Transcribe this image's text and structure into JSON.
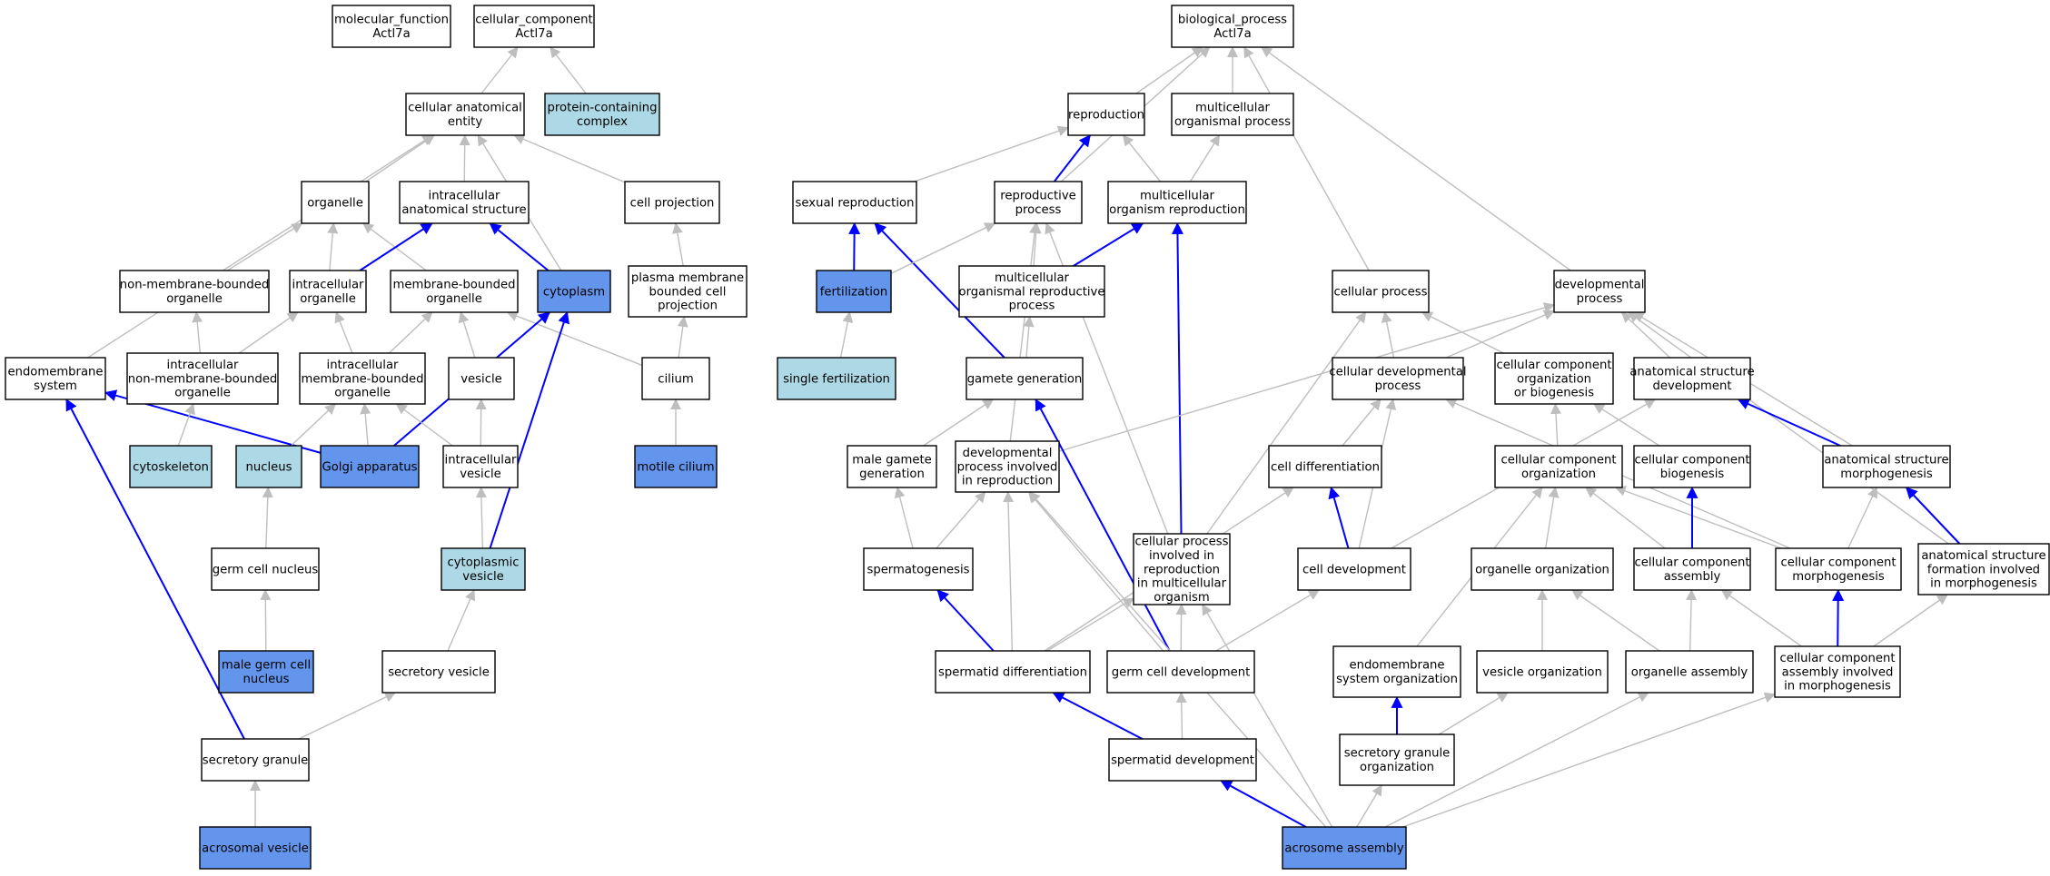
{
  "colors": {
    "highlight": "#6495ED",
    "light": "#ADD8E6",
    "plain": "#FFFFFF",
    "blue_edge": "#0000FF",
    "grey_edge": "#BEBEBE"
  },
  "nodes": [
    {
      "id": "mf",
      "lines": [
        "molecular_function",
        "Actl7a"
      ],
      "style": "plain"
    },
    {
      "id": "cc",
      "lines": [
        "cellular_component",
        "Actl7a"
      ],
      "style": "plain"
    },
    {
      "id": "bp",
      "lines": [
        "biological_process",
        "Actl7a"
      ],
      "style": "plain"
    },
    {
      "id": "cae",
      "lines": [
        "cellular anatomical",
        "entity"
      ],
      "style": "plain"
    },
    {
      "id": "pcc",
      "lines": [
        "protein-containing",
        "complex"
      ],
      "style": "light"
    },
    {
      "id": "organelle",
      "lines": [
        "organelle"
      ],
      "style": "plain"
    },
    {
      "id": "ias",
      "lines": [
        "intracellular",
        "anatomical structure"
      ],
      "style": "plain"
    },
    {
      "id": "cellproj",
      "lines": [
        "cell projection"
      ],
      "style": "plain"
    },
    {
      "id": "nmbo",
      "lines": [
        "non-membrane-bounded",
        "organelle"
      ],
      "style": "plain"
    },
    {
      "id": "intorg",
      "lines": [
        "intracellular",
        "organelle"
      ],
      "style": "plain"
    },
    {
      "id": "mbo",
      "lines": [
        "membrane-bounded",
        "organelle"
      ],
      "style": "plain"
    },
    {
      "id": "cytoplasm",
      "lines": [
        "cytoplasm"
      ],
      "style": "highlight"
    },
    {
      "id": "pmbcp",
      "lines": [
        "plasma membrane",
        "bounded cell",
        "projection"
      ],
      "style": "plain"
    },
    {
      "id": "endosys",
      "lines": [
        "endomembrane",
        "system"
      ],
      "style": "plain"
    },
    {
      "id": "inmbo",
      "lines": [
        "intracellular",
        "non-membrane-bounded",
        "organelle"
      ],
      "style": "plain"
    },
    {
      "id": "imbo",
      "lines": [
        "intracellular",
        "membrane-bounded",
        "organelle"
      ],
      "style": "plain"
    },
    {
      "id": "vesicle",
      "lines": [
        "vesicle"
      ],
      "style": "plain"
    },
    {
      "id": "cilium",
      "lines": [
        "cilium"
      ],
      "style": "plain"
    },
    {
      "id": "cytoskeleton",
      "lines": [
        "cytoskeleton"
      ],
      "style": "light"
    },
    {
      "id": "nucleus",
      "lines": [
        "nucleus"
      ],
      "style": "light"
    },
    {
      "id": "golgi",
      "lines": [
        "Golgi apparatus"
      ],
      "style": "highlight"
    },
    {
      "id": "intves",
      "lines": [
        "intracellular",
        "vesicle"
      ],
      "style": "plain"
    },
    {
      "id": "motcil",
      "lines": [
        "motile cilium"
      ],
      "style": "highlight"
    },
    {
      "id": "gcn",
      "lines": [
        "germ cell nucleus"
      ],
      "style": "plain"
    },
    {
      "id": "cytves",
      "lines": [
        "cytoplasmic",
        "vesicle"
      ],
      "style": "light"
    },
    {
      "id": "mgcn",
      "lines": [
        "male germ cell",
        "nucleus"
      ],
      "style": "highlight"
    },
    {
      "id": "secves",
      "lines": [
        "secretory vesicle"
      ],
      "style": "plain"
    },
    {
      "id": "secgran",
      "lines": [
        "secretory granule"
      ],
      "style": "plain"
    },
    {
      "id": "acrves",
      "lines": [
        "acrosomal vesicle"
      ],
      "style": "highlight"
    },
    {
      "id": "repro",
      "lines": [
        "reproduction"
      ],
      "style": "plain"
    },
    {
      "id": "mop",
      "lines": [
        "multicellular",
        "organismal process"
      ],
      "style": "plain"
    },
    {
      "id": "sexrep",
      "lines": [
        "sexual reproduction"
      ],
      "style": "plain"
    },
    {
      "id": "repproc",
      "lines": [
        "reproductive",
        "process"
      ],
      "style": "plain"
    },
    {
      "id": "mor",
      "lines": [
        "multicellular",
        "organism reproduction"
      ],
      "style": "plain"
    },
    {
      "id": "fert",
      "lines": [
        "fertilization"
      ],
      "style": "highlight"
    },
    {
      "id": "morp",
      "lines": [
        "multicellular",
        "organismal reproductive",
        "process"
      ],
      "style": "plain"
    },
    {
      "id": "cellproc",
      "lines": [
        "cellular process"
      ],
      "style": "plain"
    },
    {
      "id": "devproc",
      "lines": [
        "developmental",
        "process"
      ],
      "style": "plain"
    },
    {
      "id": "singfert",
      "lines": [
        "single fertilization"
      ],
      "style": "light"
    },
    {
      "id": "gamgen",
      "lines": [
        "gamete generation"
      ],
      "style": "plain"
    },
    {
      "id": "celldevproc",
      "lines": [
        "cellular developmental",
        "process"
      ],
      "style": "plain"
    },
    {
      "id": "ccob",
      "lines": [
        "cellular component",
        "organization",
        "or biogenesis"
      ],
      "style": "plain"
    },
    {
      "id": "asdev",
      "lines": [
        "anatomical structure",
        "development"
      ],
      "style": "plain"
    },
    {
      "id": "mgg",
      "lines": [
        "male gamete",
        "generation"
      ],
      "style": "plain"
    },
    {
      "id": "dpir",
      "lines": [
        "developmental",
        "process involved",
        "in reproduction"
      ],
      "style": "plain"
    },
    {
      "id": "celldiff",
      "lines": [
        "cell differentiation"
      ],
      "style": "plain"
    },
    {
      "id": "ccorg",
      "lines": [
        "cellular component",
        "organization"
      ],
      "style": "plain"
    },
    {
      "id": "ccbio",
      "lines": [
        "cellular component",
        "biogenesis"
      ],
      "style": "plain"
    },
    {
      "id": "asmorph",
      "lines": [
        "anatomical structure",
        "morphogenesis"
      ],
      "style": "plain"
    },
    {
      "id": "spermgen",
      "lines": [
        "spermatogenesis"
      ],
      "style": "plain"
    },
    {
      "id": "cpir",
      "lines": [
        "cellular process",
        "involved in",
        "reproduction",
        "in multicellular",
        "organism"
      ],
      "style": "plain"
    },
    {
      "id": "celldev",
      "lines": [
        "cell development"
      ],
      "style": "plain"
    },
    {
      "id": "orgorg",
      "lines": [
        "organelle organization"
      ],
      "style": "plain"
    },
    {
      "id": "ccassem",
      "lines": [
        "cellular component",
        "assembly"
      ],
      "style": "plain"
    },
    {
      "id": "ccmorph",
      "lines": [
        "cellular component",
        "morphogenesis"
      ],
      "style": "plain"
    },
    {
      "id": "asfim",
      "lines": [
        "anatomical structure",
        "formation involved",
        "in morphogenesis"
      ],
      "style": "plain"
    },
    {
      "id": "spdiff",
      "lines": [
        "spermatid differentiation"
      ],
      "style": "plain"
    },
    {
      "id": "gcdev",
      "lines": [
        "germ cell development"
      ],
      "style": "plain"
    },
    {
      "id": "esorg",
      "lines": [
        "endomembrane",
        "system organization"
      ],
      "style": "plain"
    },
    {
      "id": "vesorg",
      "lines": [
        "vesicle organization"
      ],
      "style": "plain"
    },
    {
      "id": "orgassem",
      "lines": [
        "organelle assembly"
      ],
      "style": "plain"
    },
    {
      "id": "ccaim",
      "lines": [
        "cellular component",
        "assembly involved",
        "in morphogenesis"
      ],
      "style": "plain"
    },
    {
      "id": "spdev",
      "lines": [
        "spermatid development"
      ],
      "style": "plain"
    },
    {
      "id": "sgorg",
      "lines": [
        "secretory granule",
        "organization"
      ],
      "style": "plain"
    },
    {
      "id": "acrassem",
      "lines": [
        "acrosome assembly"
      ],
      "style": "highlight"
    }
  ],
  "edges": [
    {
      "from": "cae",
      "to": "cc",
      "kind": "grey"
    },
    {
      "from": "pcc",
      "to": "cc",
      "kind": "grey"
    },
    {
      "from": "organelle",
      "to": "cae",
      "kind": "grey"
    },
    {
      "from": "ias",
      "to": "cae",
      "kind": "grey"
    },
    {
      "from": "cellproj",
      "to": "cae",
      "kind": "grey"
    },
    {
      "from": "cytoplasm",
      "to": "cae",
      "kind": "grey"
    },
    {
      "from": "endosys",
      "to": "cae",
      "kind": "grey"
    },
    {
      "from": "nmbo",
      "to": "organelle",
      "kind": "grey"
    },
    {
      "from": "intorg",
      "to": "organelle",
      "kind": "grey"
    },
    {
      "from": "mbo",
      "to": "organelle",
      "kind": "grey"
    },
    {
      "from": "intorg",
      "to": "ias",
      "kind": "blue"
    },
    {
      "from": "cytoplasm",
      "to": "ias",
      "kind": "blue"
    },
    {
      "from": "pmbcp",
      "to": "cellproj",
      "kind": "grey"
    },
    {
      "from": "inmbo",
      "to": "nmbo",
      "kind": "grey"
    },
    {
      "from": "inmbo",
      "to": "intorg",
      "kind": "grey"
    },
    {
      "from": "imbo",
      "to": "intorg",
      "kind": "grey"
    },
    {
      "from": "imbo",
      "to": "mbo",
      "kind": "grey"
    },
    {
      "from": "vesicle",
      "to": "mbo",
      "kind": "grey"
    },
    {
      "from": "cilium",
      "to": "mbo",
      "kind": "grey"
    },
    {
      "from": "golgi",
      "to": "cytoplasm",
      "kind": "blue"
    },
    {
      "from": "cytves",
      "to": "cytoplasm",
      "kind": "blue"
    },
    {
      "from": "cilium",
      "to": "pmbcp",
      "kind": "grey"
    },
    {
      "from": "golgi",
      "to": "endosys",
      "kind": "blue"
    },
    {
      "from": "secgran",
      "to": "endosys",
      "kind": "blue"
    },
    {
      "from": "cytoskeleton",
      "to": "inmbo",
      "kind": "grey"
    },
    {
      "from": "nucleus",
      "to": "imbo",
      "kind": "grey"
    },
    {
      "from": "golgi",
      "to": "imbo",
      "kind": "grey"
    },
    {
      "from": "intves",
      "to": "imbo",
      "kind": "grey"
    },
    {
      "from": "intves",
      "to": "vesicle",
      "kind": "grey"
    },
    {
      "from": "motcil",
      "to": "cilium",
      "kind": "grey"
    },
    {
      "from": "gcn",
      "to": "nucleus",
      "kind": "grey"
    },
    {
      "from": "cytves",
      "to": "intves",
      "kind": "grey"
    },
    {
      "from": "mgcn",
      "to": "gcn",
      "kind": "grey"
    },
    {
      "from": "secves",
      "to": "cytves",
      "kind": "grey"
    },
    {
      "from": "secgran",
      "to": "secves",
      "kind": "grey"
    },
    {
      "from": "acrves",
      "to": "secgran",
      "kind": "grey"
    },
    {
      "from": "repro",
      "to": "bp",
      "kind": "grey"
    },
    {
      "from": "mop",
      "to": "bp",
      "kind": "grey"
    },
    {
      "from": "repproc",
      "to": "bp",
      "kind": "grey"
    },
    {
      "from": "cellproc",
      "to": "bp",
      "kind": "grey"
    },
    {
      "from": "devproc",
      "to": "bp",
      "kind": "grey"
    },
    {
      "from": "sexrep",
      "to": "repro",
      "kind": "grey"
    },
    {
      "from": "repproc",
      "to": "repro",
      "kind": "blue"
    },
    {
      "from": "mor",
      "to": "repro",
      "kind": "grey"
    },
    {
      "from": "mor",
      "to": "mop",
      "kind": "grey"
    },
    {
      "from": "fert",
      "to": "sexrep",
      "kind": "blue"
    },
    {
      "from": "gamgen",
      "to": "sexrep",
      "kind": "blue"
    },
    {
      "from": "fert",
      "to": "repproc",
      "kind": "grey"
    },
    {
      "from": "morp",
      "to": "repproc",
      "kind": "grey"
    },
    {
      "from": "dpir",
      "to": "repproc",
      "kind": "grey"
    },
    {
      "from": "cpir",
      "to": "repproc",
      "kind": "grey"
    },
    {
      "from": "morp",
      "to": "mor",
      "kind": "blue"
    },
    {
      "from": "cpir",
      "to": "mor",
      "kind": "blue"
    },
    {
      "from": "singfert",
      "to": "fert",
      "kind": "grey"
    },
    {
      "from": "gamgen",
      "to": "morp",
      "kind": "grey"
    },
    {
      "from": "celldevproc",
      "to": "cellproc",
      "kind": "grey"
    },
    {
      "from": "ccob",
      "to": "cellproc",
      "kind": "grey"
    },
    {
      "from": "cpir",
      "to": "cellproc",
      "kind": "grey"
    },
    {
      "from": "celldevproc",
      "to": "devproc",
      "kind": "grey"
    },
    {
      "from": "asdev",
      "to": "devproc",
      "kind": "grey"
    },
    {
      "from": "dpir",
      "to": "devproc",
      "kind": "grey"
    },
    {
      "from": "asmorph",
      "to": "devproc",
      "kind": "grey"
    },
    {
      "from": "asfim",
      "to": "devproc",
      "kind": "grey"
    },
    {
      "from": "mgg",
      "to": "gamgen",
      "kind": "grey"
    },
    {
      "from": "gcdev",
      "to": "gamgen",
      "kind": "blue"
    },
    {
      "from": "celldiff",
      "to": "celldevproc",
      "kind": "grey"
    },
    {
      "from": "celldev",
      "to": "celldevproc",
      "kind": "grey"
    },
    {
      "from": "ccmorph",
      "to": "celldevproc",
      "kind": "grey"
    },
    {
      "from": "ccorg",
      "to": "ccob",
      "kind": "grey"
    },
    {
      "from": "ccbio",
      "to": "ccob",
      "kind": "grey"
    },
    {
      "from": "asmorph",
      "to": "asdev",
      "kind": "blue"
    },
    {
      "from": "celldev",
      "to": "asdev",
      "kind": "grey"
    },
    {
      "from": "spermgen",
      "to": "mgg",
      "kind": "grey"
    },
    {
      "from": "spermgen",
      "to": "dpir",
      "kind": "grey"
    },
    {
      "from": "spdiff",
      "to": "dpir",
      "kind": "grey"
    },
    {
      "from": "gcdev",
      "to": "dpir",
      "kind": "grey"
    },
    {
      "from": "acrassem",
      "to": "dpir",
      "kind": "grey"
    },
    {
      "from": "celldev",
      "to": "celldiff",
      "kind": "blue"
    },
    {
      "from": "spdiff",
      "to": "celldiff",
      "kind": "grey"
    },
    {
      "from": "orgorg",
      "to": "ccorg",
      "kind": "grey"
    },
    {
      "from": "ccassem",
      "to": "ccorg",
      "kind": "grey"
    },
    {
      "from": "ccmorph",
      "to": "ccorg",
      "kind": "grey"
    },
    {
      "from": "esorg",
      "to": "ccorg",
      "kind": "grey"
    },
    {
      "from": "ccassem",
      "to": "ccbio",
      "kind": "blue"
    },
    {
      "from": "ccmorph",
      "to": "asmorph",
      "kind": "grey"
    },
    {
      "from": "asfim",
      "to": "asmorph",
      "kind": "blue"
    },
    {
      "from": "spdiff",
      "to": "spermgen",
      "kind": "blue"
    },
    {
      "from": "spdiff",
      "to": "cpir",
      "kind": "grey"
    },
    {
      "from": "gcdev",
      "to": "cpir",
      "kind": "grey"
    },
    {
      "from": "acrassem",
      "to": "cpir",
      "kind": "grey"
    },
    {
      "from": "gcdev",
      "to": "celldev",
      "kind": "grey"
    },
    {
      "from": "vesorg",
      "to": "orgorg",
      "kind": "grey"
    },
    {
      "from": "orgassem",
      "to": "orgorg",
      "kind": "grey"
    },
    {
      "from": "orgassem",
      "to": "ccassem",
      "kind": "grey"
    },
    {
      "from": "ccaim",
      "to": "ccassem",
      "kind": "grey"
    },
    {
      "from": "ccaim",
      "to": "ccmorph",
      "kind": "blue"
    },
    {
      "from": "ccaim",
      "to": "asfim",
      "kind": "grey"
    },
    {
      "from": "spdev",
      "to": "spdiff",
      "kind": "blue"
    },
    {
      "from": "spdev",
      "to": "gcdev",
      "kind": "grey"
    },
    {
      "from": "sgorg",
      "to": "esorg",
      "kind": "blue"
    },
    {
      "from": "sgorg",
      "to": "vesorg",
      "kind": "grey"
    },
    {
      "from": "acrassem",
      "to": "orgassem",
      "kind": "grey"
    },
    {
      "from": "acrassem",
      "to": "ccaim",
      "kind": "grey"
    },
    {
      "from": "acrassem",
      "to": "spdev",
      "kind": "blue"
    },
    {
      "from": "acrassem",
      "to": "sgorg",
      "kind": "grey"
    }
  ]
}
